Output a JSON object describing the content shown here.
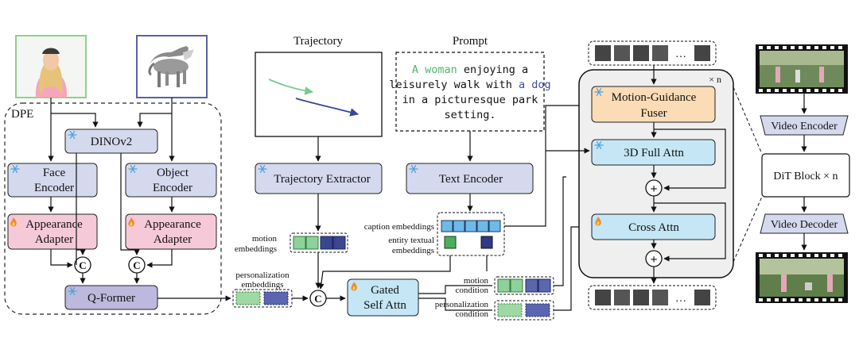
{
  "dpe": {
    "label": "DPE"
  },
  "inputs": {
    "trajectory_title": "Trajectory",
    "prompt_title": "Prompt"
  },
  "prompt": {
    "line1_a": "A woman",
    "line1_b": " enjoying a",
    "line2_a": "leisurely walk with ",
    "line2_b": "a dog",
    "line3": "in a picturesque park",
    "line4": "setting."
  },
  "modules": {
    "dinov2": "DINOv2",
    "face_encoder": [
      "Face",
      "Encoder"
    ],
    "object_encoder": [
      "Object",
      "Encoder"
    ],
    "appearance_adapter": [
      "Appearance",
      "Adapter"
    ],
    "qformer": "Q-Former",
    "trajectory_extractor": "Trajectory Extractor",
    "text_encoder": "Text Encoder",
    "gated_self_attn": [
      "Gated",
      "Self Attn"
    ],
    "motion_guidance_fuser": [
      "Motion-Guidance",
      "Fuser"
    ],
    "full_attn": "3D Full Attn",
    "cross_attn": "Cross Attn",
    "video_encoder": "Video Encoder",
    "dit_block": "DiT Block × n",
    "video_decoder": "Video Decoder",
    "concat_symbol": "C",
    "plus_symbol": "+",
    "repeat_label": "× n",
    "ellipsis": "…"
  },
  "labels": {
    "motion_embeddings": [
      "motion",
      "embeddings"
    ],
    "caption_embeddings": "caption embeddings",
    "entity_textual_embeddings": [
      "entity textual",
      "embeddings"
    ],
    "personalization_embeddings": [
      "personalization",
      "embeddings"
    ],
    "motion_condition": [
      "motion",
      "condition"
    ],
    "personalization_condition": [
      "personalization",
      "condition"
    ]
  },
  "colors": {
    "blue_box": "#d5d9ee",
    "pink_box": "#f6c9d9",
    "purple_box": "#bdb9dc",
    "orange_box": "#fbdcb6",
    "cyan_box": "#c5e6f5",
    "prompt_green": "#4fb36e",
    "prompt_blue": "#3c4aa8",
    "face_frame": "#8fcf8f",
    "object_frame": "#5a60a8",
    "token_green": "#4cae5c",
    "token_navy": "#2e3a86",
    "token_sky": "#5aaee0"
  },
  "icons": [
    "snowflake-icon",
    "flame-icon",
    "woman-photo",
    "dog-photo",
    "film-strip"
  ]
}
